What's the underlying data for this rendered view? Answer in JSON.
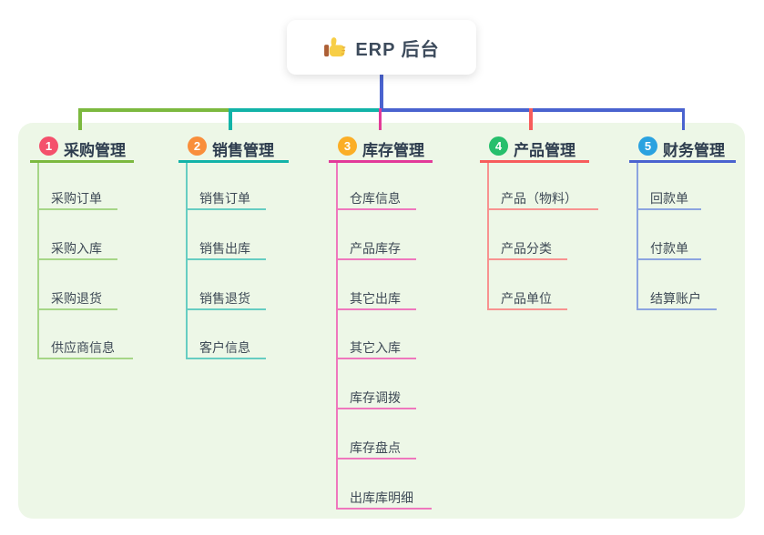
{
  "root": {
    "label": "ERP 后台",
    "icon": "thumbs-up-icon"
  },
  "colors": {
    "root_line": "#4a63cf",
    "panel_bg": "#edf7e7",
    "title_text": "#2d3c4e",
    "child_text": "#3e4a56",
    "card_bg": "#ffffff"
  },
  "branches": [
    {
      "index": "1",
      "label": "采购管理",
      "badge_color": "#f4506c",
      "line_color": "#7cb93f",
      "child_line_color": "#a6d687",
      "children": [
        "采购订单",
        "采购入库",
        "采购退货",
        "供应商信息"
      ]
    },
    {
      "index": "2",
      "label": "销售管理",
      "badge_color": "#f98e3b",
      "line_color": "#12b3a8",
      "child_line_color": "#66cdc2",
      "children": [
        "销售订单",
        "销售出库",
        "销售退货",
        "客户信息"
      ]
    },
    {
      "index": "3",
      "label": "库存管理",
      "badge_color": "#fbae26",
      "line_color": "#e23a99",
      "child_line_color": "#ef77bd",
      "children": [
        "仓库信息",
        "产品库存",
        "其它出库",
        "其它入库",
        "库存调拨",
        "库存盘点",
        "出库库明细"
      ]
    },
    {
      "index": "4",
      "label": "产品管理",
      "badge_color": "#26bf6c",
      "line_color": "#f75c5c",
      "child_line_color": "#f89290",
      "children": [
        "产品（物料）",
        "产品分类",
        "产品单位"
      ]
    },
    {
      "index": "5",
      "label": "财务管理",
      "badge_color": "#2aa2e0",
      "line_color": "#4a63cf",
      "child_line_color": "#8ca4e0",
      "children": [
        "回款单",
        "付款单",
        "结算账户"
      ]
    }
  ]
}
